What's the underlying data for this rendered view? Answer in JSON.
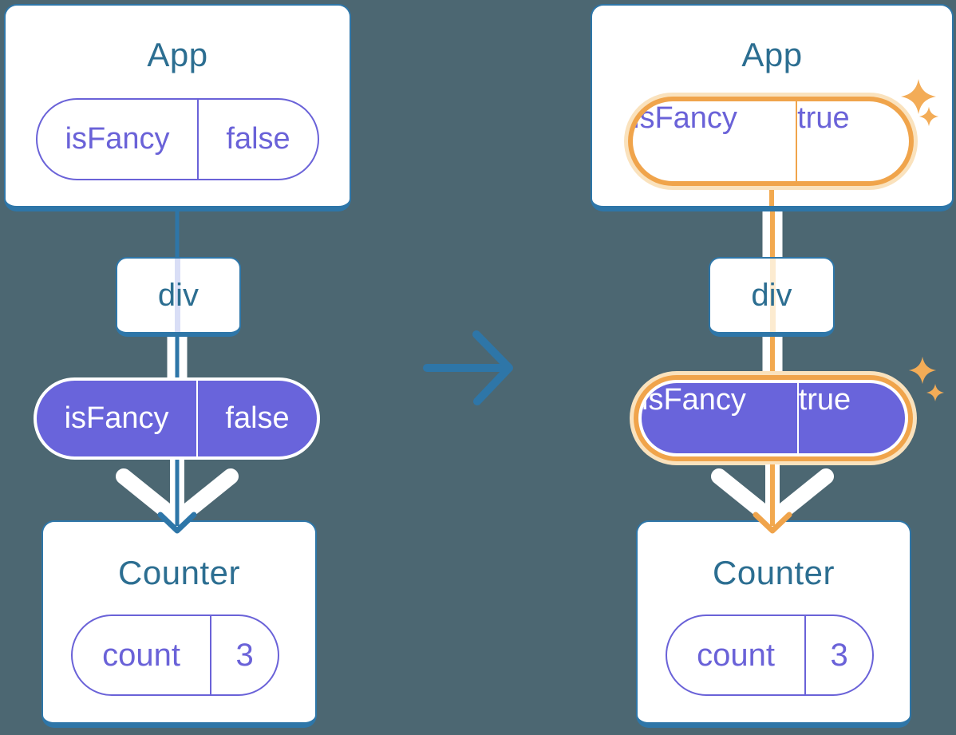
{
  "colors": {
    "background": "#4C6772",
    "card_background": "#FFFFFF",
    "card_border_blue": "#2E76A8",
    "title_teal": "#2C6E91",
    "purple_text": "#6A62D8",
    "purple_fill": "#6964DB",
    "tree_edge_teal": "#2E76A8",
    "prop_flow_white": "#FFFFFF",
    "highlight_orange": "#F0A44B",
    "highlight_glow": "#FAE2BD",
    "highlight_edge_orange": "#F2A94F",
    "lavender_through_line": "#D9DEF6",
    "cream_through_line": "#FCEBD0",
    "sparkle_orange": "#F3AC57",
    "transition_arrow": "#2E76A8"
  },
  "icons": {
    "transition": "arrow-right-icon",
    "highlight": "sparkle-icon",
    "flow": "chevron-down-arrow-icon"
  },
  "trees": {
    "before": {
      "app": {
        "title": "App",
        "pill": {
          "key": "isFancy",
          "value": "false"
        }
      },
      "container": {
        "label": "div"
      },
      "prop": {
        "key": "isFancy",
        "value": "false"
      },
      "counter": {
        "title": "Counter",
        "pill": {
          "key": "count",
          "value": "3"
        }
      }
    },
    "after": {
      "app": {
        "title": "App",
        "pill": {
          "key": "isFancy",
          "value": "true"
        }
      },
      "container": {
        "label": "div"
      },
      "prop": {
        "key": "isFancy",
        "value": "true"
      },
      "counter": {
        "title": "Counter",
        "pill": {
          "key": "count",
          "value": "3"
        }
      }
    }
  }
}
